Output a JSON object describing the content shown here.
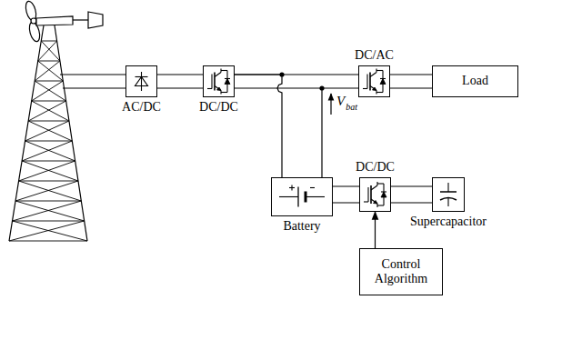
{
  "diagram": {
    "nodes": [
      {
        "text": [
          "AC/DC"
        ]
      },
      {
        "text": [
          "DC/DC"
        ]
      },
      {
        "text": [
          "DC/AC"
        ]
      },
      {
        "text": [
          "Load"
        ]
      },
      {
        "text": [
          "Battery"
        ]
      },
      {
        "text": [
          "DC/DC"
        ]
      },
      {
        "text": [
          "Supercapacitor"
        ]
      },
      {
        "text": [
          "Control Algorithm"
        ]
      }
    ],
    "edges": [
      {
        "from": 0,
        "to": 1,
        "arrow": "none"
      },
      {
        "from": 1,
        "to": 2,
        "arrow": "none"
      },
      {
        "from": 2,
        "to": 3,
        "arrow": "none"
      },
      {
        "from": 1,
        "to": 4,
        "arrow": "none"
      },
      {
        "from": 4,
        "to": 5,
        "arrow": "none"
      },
      {
        "from": 5,
        "to": 6,
        "arrow": "none"
      },
      {
        "from": 7,
        "to": 5,
        "arrow": "to"
      }
    ],
    "labels": [
      "V",
      "bat"
    ]
  }
}
